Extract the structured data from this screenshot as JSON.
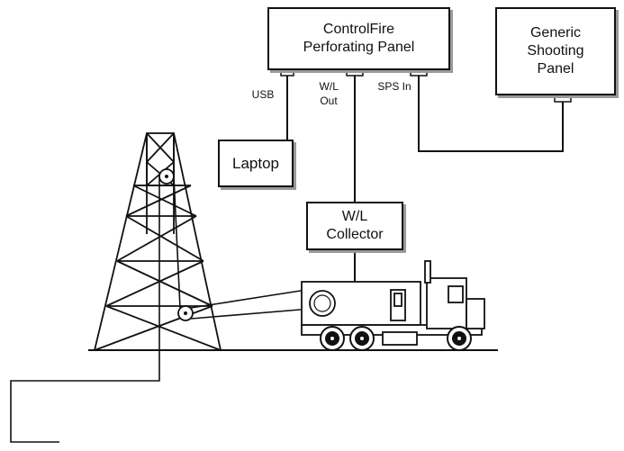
{
  "panels": {
    "controlfire": {
      "line1": "ControlFire",
      "line2": "Perforating Panel"
    },
    "generic": {
      "line1": "Generic",
      "line2": "Shooting",
      "line3": "Panel"
    },
    "laptop": {
      "label": "Laptop"
    },
    "collector": {
      "line1": "W/L",
      "line2": "Collector"
    }
  },
  "ports": {
    "usb": {
      "label": "USB"
    },
    "wl_out": {
      "line1": "W/L",
      "line2": "Out"
    },
    "sps_in": {
      "line1": "SPS",
      "line2": "In"
    }
  },
  "colors": {
    "line": "#111111",
    "shadow": "#9a9a9a"
  }
}
